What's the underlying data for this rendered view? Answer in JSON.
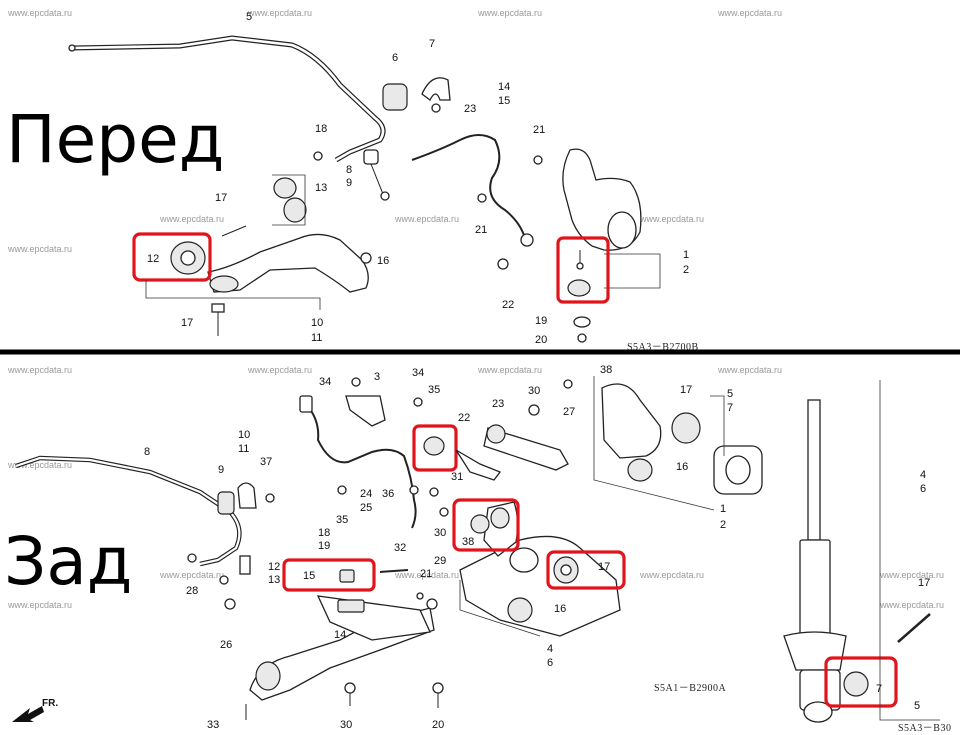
{
  "labels": {
    "front": "Перед",
    "rear": "Зад"
  },
  "diagram_codes": {
    "front": "S5A3－B2700B",
    "rear": "S5A1－B2900A",
    "shock": "S5A3－B30"
  },
  "direction_marker": "FR.",
  "watermark": "www.epcdata.ru",
  "front_callouts": {
    "c5": "5",
    "c6": "6",
    "c7": "7",
    "c23": "23",
    "c18": "18",
    "c14": "14",
    "c15": "15",
    "c21a": "21",
    "c8": "8",
    "c9": "9",
    "c13": "13",
    "c17a": "17",
    "c12": "12",
    "c16": "16",
    "c21b": "21",
    "c1": "1",
    "c2": "2",
    "c22": "22",
    "c17b": "17",
    "c10": "10",
    "c11": "11",
    "c19": "19",
    "c20": "20"
  },
  "rear_callouts": {
    "c34a": "34",
    "c3": "3",
    "c34b": "34",
    "c35a": "35",
    "c30a": "30",
    "c27": "27",
    "c38a": "38",
    "c17a": "17",
    "c5a": "5",
    "c7a": "7",
    "c22": "22",
    "c23": "23",
    "c8": "8",
    "c10": "10",
    "c11": "11",
    "c9": "9",
    "c37": "37",
    "c31": "31",
    "c16a": "16",
    "c2": "2",
    "c1": "1",
    "c24": "24",
    "c25": "25",
    "c36": "36",
    "c35b": "35",
    "c30b": "30",
    "c38b": "38",
    "c18": "18",
    "c19": "19",
    "c32": "32",
    "c12": "12",
    "c13": "13",
    "c15": "15",
    "c29": "29",
    "c21": "21",
    "c28": "28",
    "c17b": "17",
    "c26": "26",
    "c14": "14",
    "c16b": "16",
    "c4a": "4",
    "c6a": "6",
    "c33": "33",
    "c30c": "30",
    "c20": "20"
  },
  "shock_callouts": {
    "c4": "4",
    "c6": "6",
    "c17": "17",
    "c7": "7",
    "c5": "5"
  },
  "colors": {
    "highlight": "#e0151b",
    "ink": "#222222",
    "watermark": "#9a9a9a"
  }
}
